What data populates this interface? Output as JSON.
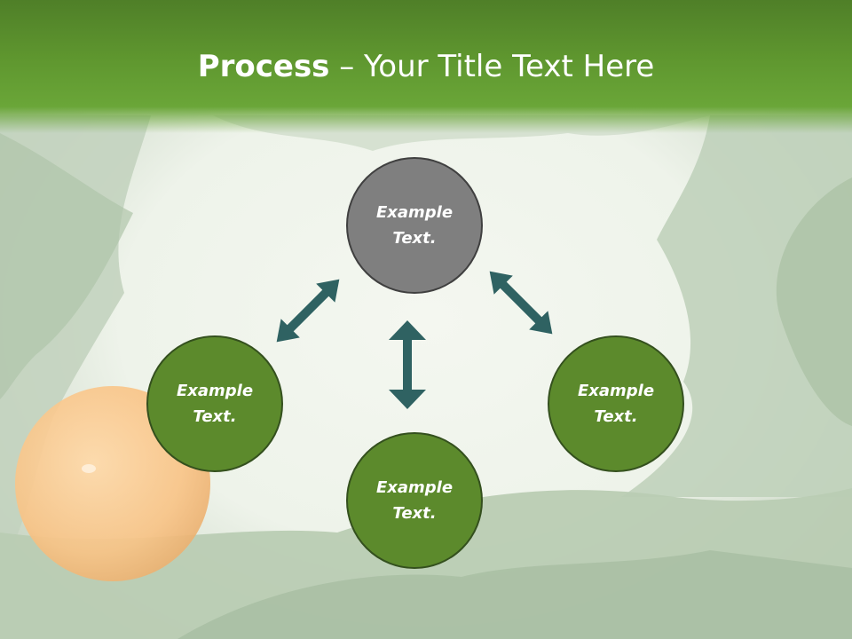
{
  "title": {
    "bold": "Process",
    "rest": " – Your Title Text Here"
  },
  "nodes": {
    "top": "Example Text.",
    "left": "Example Text.",
    "right": "Example Text.",
    "bottom": "Example Text."
  },
  "colors": {
    "header": "#5f972f",
    "center_node": "#7f7f7f",
    "node": "#5c8a2c",
    "arrow": "#2f6262"
  }
}
